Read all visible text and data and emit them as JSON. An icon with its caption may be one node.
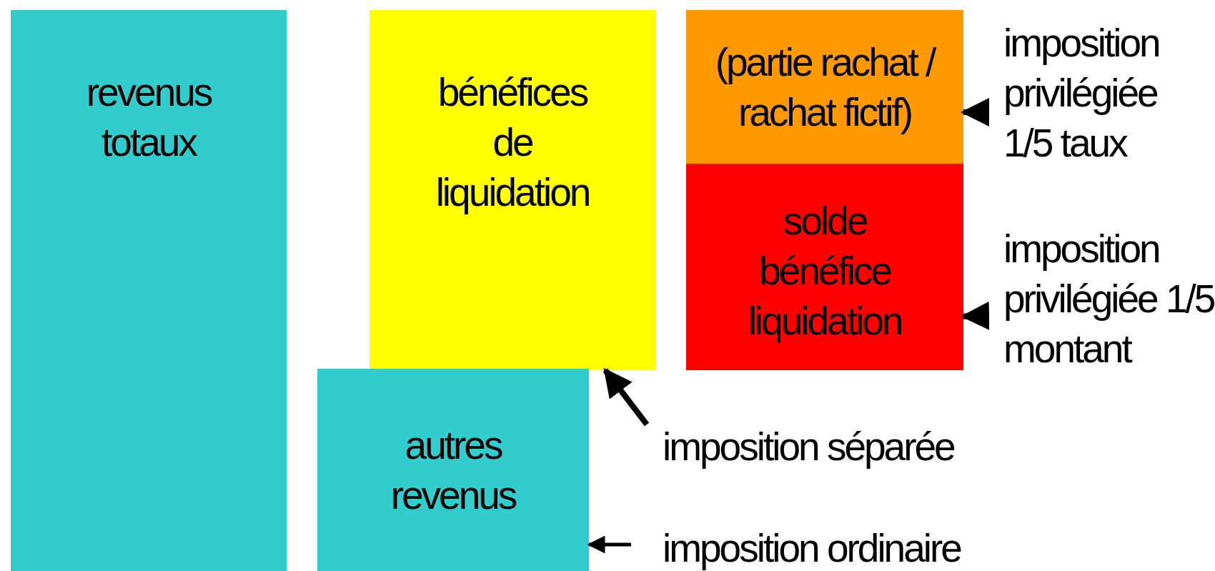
{
  "diagram": {
    "nodes": [
      {
        "text": [
          "revenus totaux"
        ]
      },
      {
        "text": [
          "bénéfices de liquidation"
        ]
      },
      {
        "text": [
          "(partie rachat / rachat fictif)"
        ]
      },
      {
        "text": [
          "solde bénéfice liquidation"
        ]
      },
      {
        "text": [
          "autres revenus"
        ]
      },
      {
        "text": [
          "imposition privilégiée 1/5 taux"
        ]
      },
      {
        "text": [
          "imposition privilégiée 1/5 montant"
        ]
      },
      {
        "text": [
          "imposition séparée"
        ]
      },
      {
        "text": [
          "imposition ordinaire"
        ]
      }
    ],
    "edges": [
      {
        "from": 5,
        "to": 2,
        "arrow": "to"
      },
      {
        "from": 6,
        "to": 3,
        "arrow": "to"
      },
      {
        "from": 7,
        "to": 1,
        "arrow": "to"
      },
      {
        "from": 8,
        "to": 4,
        "arrow": "to"
      }
    ]
  }
}
